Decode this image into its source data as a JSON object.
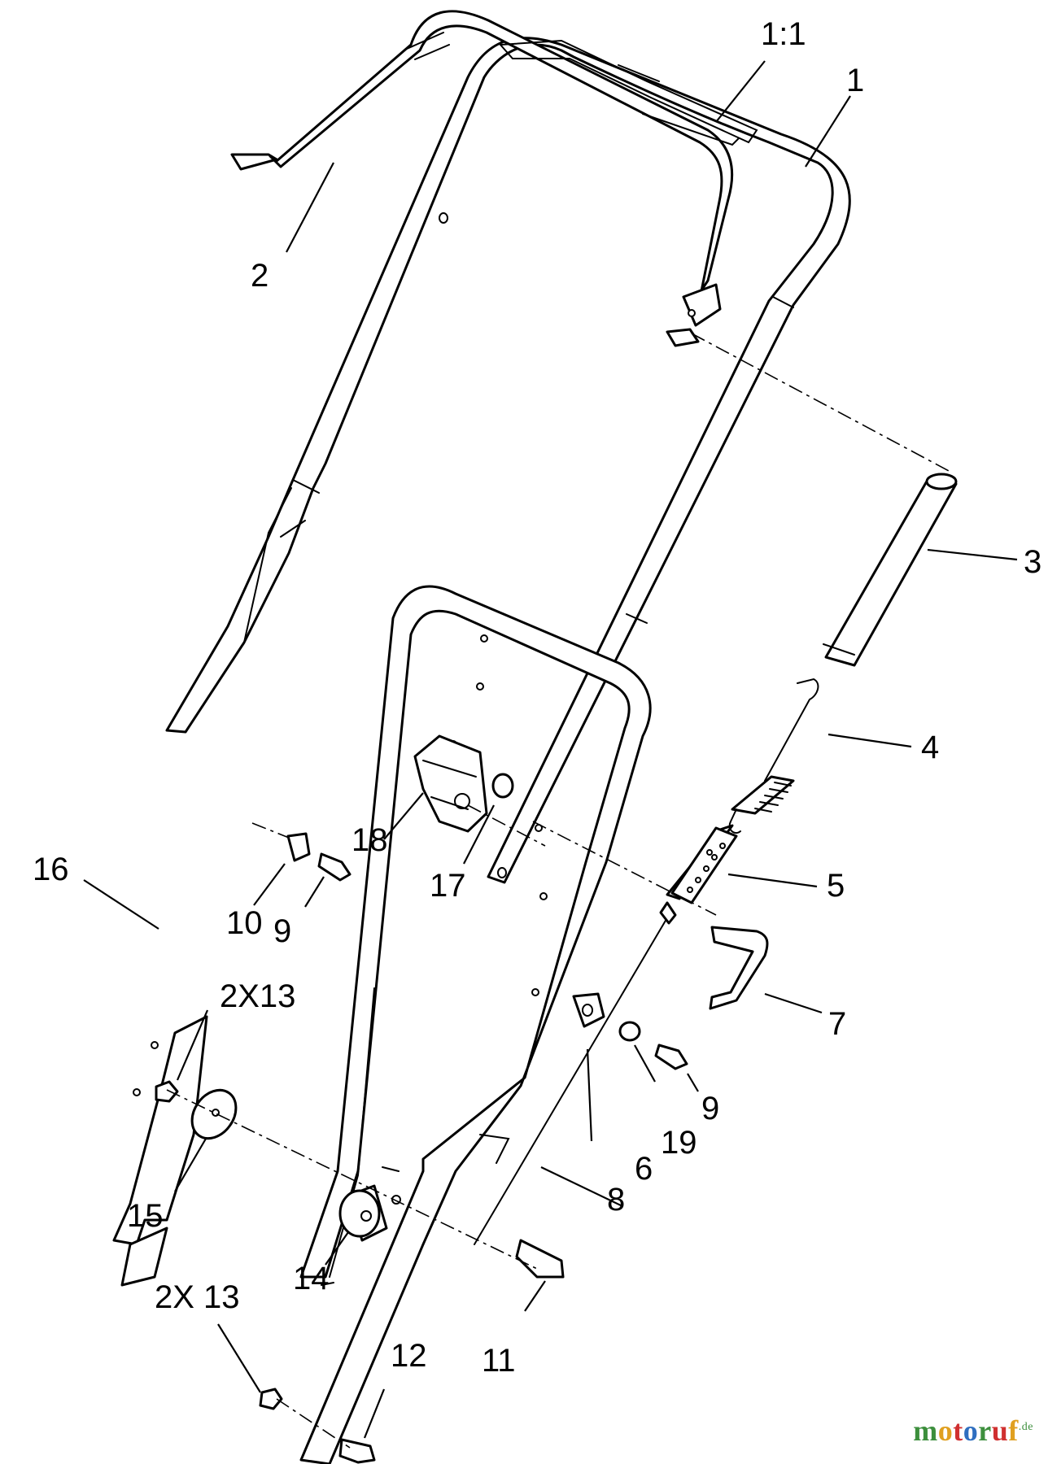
{
  "labels": [
    {
      "id": "1-1",
      "text": "1:1"
    },
    {
      "id": "1",
      "text": "1"
    },
    {
      "id": "2",
      "text": "2"
    },
    {
      "id": "3",
      "text": "3"
    },
    {
      "id": "4",
      "text": "4"
    },
    {
      "id": "5",
      "text": "5"
    },
    {
      "id": "6",
      "text": "6"
    },
    {
      "id": "7",
      "text": "7"
    },
    {
      "id": "8",
      "text": "8"
    },
    {
      "id": "9a",
      "text": "9"
    },
    {
      "id": "9b",
      "text": "9"
    },
    {
      "id": "10",
      "text": "10"
    },
    {
      "id": "11",
      "text": "11"
    },
    {
      "id": "12",
      "text": "12"
    },
    {
      "id": "13a",
      "text": "2X13"
    },
    {
      "id": "13b",
      "text": "2X 13"
    },
    {
      "id": "14",
      "text": "14"
    },
    {
      "id": "15",
      "text": "15"
    },
    {
      "id": "16",
      "text": "16"
    },
    {
      "id": "17",
      "text": "17"
    },
    {
      "id": "18",
      "text": "18"
    },
    {
      "id": "19",
      "text": "19"
    }
  ],
  "watermark": {
    "letters": [
      "m",
      "o",
      "t",
      "o",
      "r",
      "u",
      "f"
    ],
    "suffix": ".de",
    "colors": [
      "#3d8f3d",
      "#e0a020",
      "#d03030",
      "#2f6fc0",
      "#3d8f3d",
      "#d03030",
      "#e0a020"
    ]
  }
}
